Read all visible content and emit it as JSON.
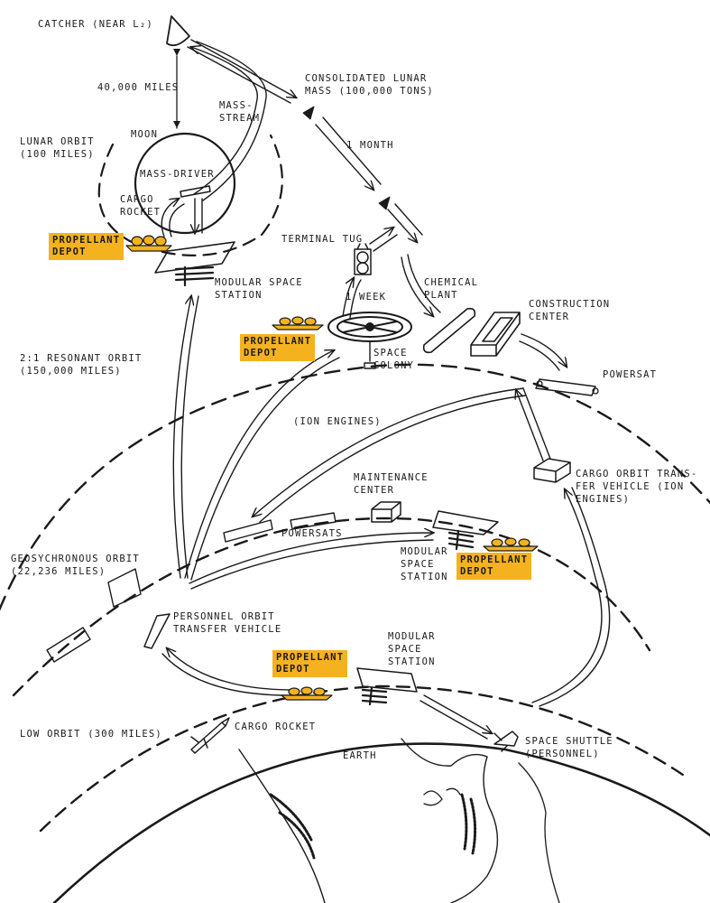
{
  "colors": {
    "depot_highlight": "#f5b21f",
    "ink": "#1a1a1a"
  },
  "labels": {
    "catcher": "CATCHER (NEAR L₂)",
    "distance_40000": "40,000 MILES",
    "mass_stream": "MASS-\nSTREAM",
    "moon": "MOON",
    "lunar_orbit": "LUNAR ORBIT\n(100 MILES)",
    "mass_driver": "MASS-DRIVER",
    "cargo_rocket_lunar": "CARGO\nROCKET",
    "consolidated_mass": "CONSOLIDATED LUNAR\nMASS (100,000 TONS)",
    "one_month": "1 MONTH",
    "terminal_tug": "TERMINAL TUG",
    "modular_station_lunar": "MODULAR SPACE\nSTATION",
    "one_week": "1 WEEK",
    "chemical_plant": "CHEMICAL\nPLANT",
    "construction_center": "CONSTRUCTION\nCENTER",
    "space_colony": "SPACE\nCOLONY",
    "resonant_orbit": "2:1 RESONANT ORBIT\n(150,000 MILES)",
    "powersat": "POWERSAT",
    "ion_engines": "(ION ENGINES)",
    "maintenance_center": "MAINTENANCE\nCENTER",
    "cargo_otv": "CARGO ORBIT TRANS-\nFER VEHICLE (ION\nENGINES)",
    "powersats": "POWERSATS",
    "modular_station_geo": "MODULAR\nSPACE\nSTATION",
    "geo_orbit": "GEOSYCHRONOUS ORBIT\n(22,236 MILES)",
    "personnel_otv": "PERSONNEL ORBIT\nTRANSFER VEHICLE",
    "modular_station_low": "MODULAR\nSPACE\nSTATION",
    "low_orbit": "LOW ORBIT (300 MILES)",
    "cargo_rocket_low": "CARGO ROCKET",
    "space_shuttle": "SPACE SHUTTLE\n(PERSONNEL)",
    "earth": "EARTH"
  },
  "depots": {
    "lunar": "PROPELLANT\nDEPOT",
    "resonant": "PROPELLANT\nDEPOT",
    "geo": "PROPELLANT\nDEPOT",
    "low": "PROPELLANT\nDEPOT"
  }
}
